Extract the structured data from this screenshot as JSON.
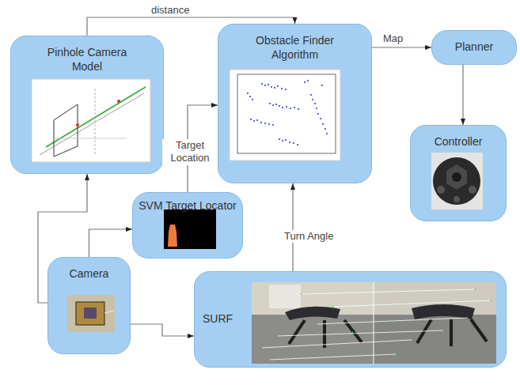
{
  "diagram": {
    "nodes": [
      {
        "text": [
          "Pinhole Camera Model"
        ]
      },
      {
        "text": [
          "Obstacle Finder Algorithm"
        ]
      },
      {
        "text": [
          "Planner"
        ]
      },
      {
        "text": [
          "Controller"
        ]
      },
      {
        "text": [
          "SVM Target Locator"
        ]
      },
      {
        "text": [
          "Camera"
        ]
      },
      {
        "text": [
          "SURF"
        ]
      }
    ],
    "edges": [
      {
        "from": 0,
        "to": 1,
        "label": "distance",
        "arrow": "to"
      },
      {
        "from": 1,
        "to": 2,
        "label": "Map",
        "arrow": "to"
      },
      {
        "from": 2,
        "to": 3,
        "arrow": "to"
      },
      {
        "from": 4,
        "to": 1,
        "label": "Target Location",
        "arrow": "to"
      },
      {
        "from": 5,
        "to": 0,
        "arrow": "to"
      },
      {
        "from": 5,
        "to": 4,
        "arrow": "to"
      },
      {
        "from": 5,
        "to": 6,
        "arrow": "to"
      },
      {
        "from": 6,
        "to": 1,
        "label": "Turn Angle",
        "arrow": "to"
      }
    ]
  }
}
